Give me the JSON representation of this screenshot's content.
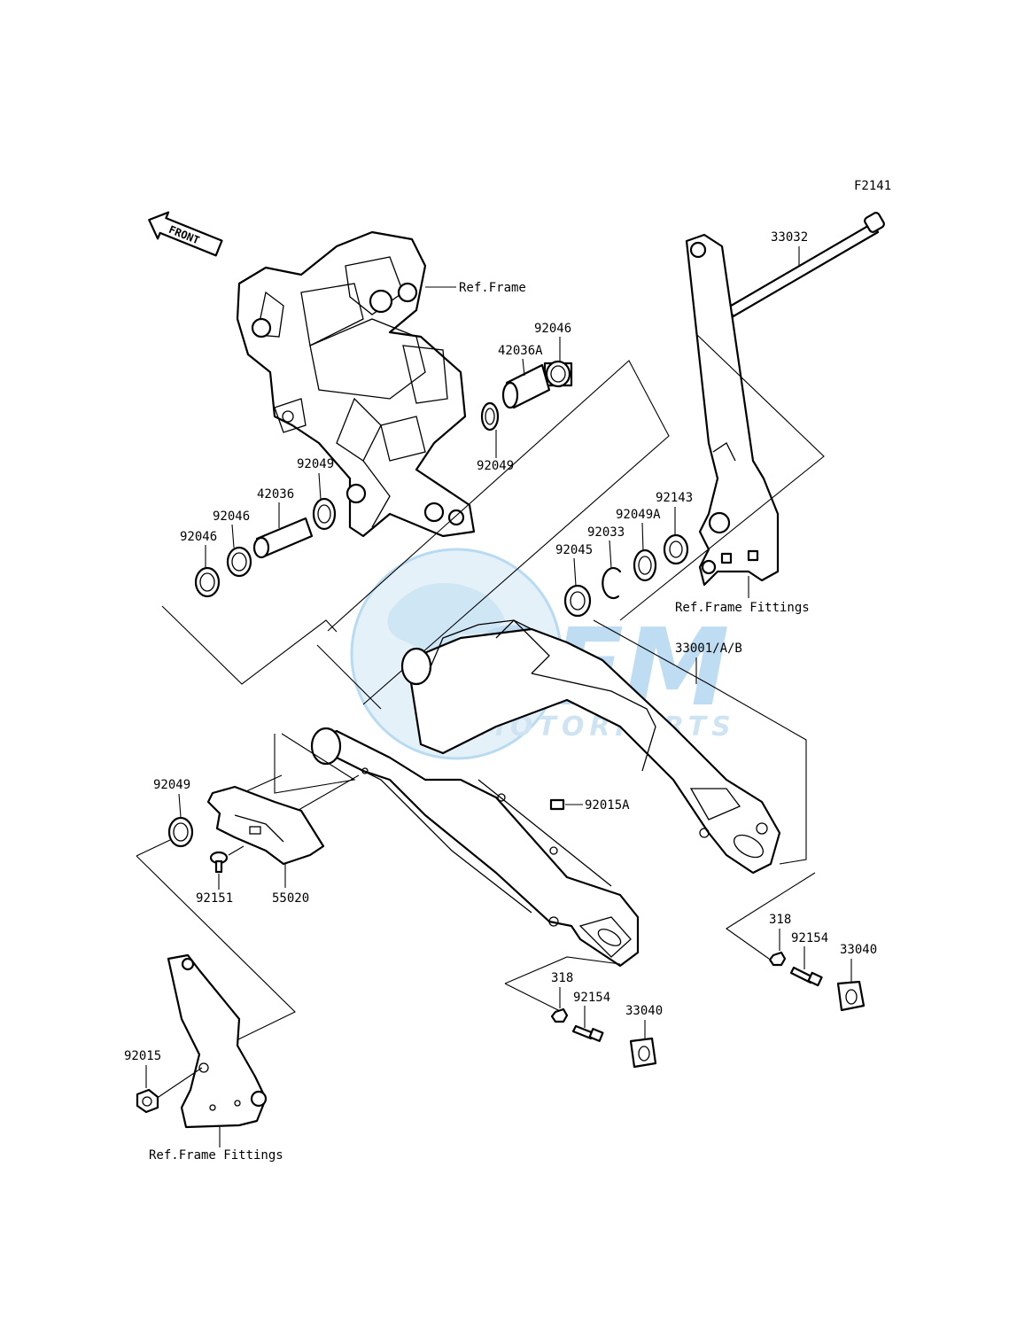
{
  "figure_code": "F2141",
  "front_arrow_label": "FRONT",
  "watermark": {
    "brand": "OEM",
    "sub": "MOTORPARTS",
    "color": "#5aa9d9"
  },
  "labels": {
    "ref_frame": "Ref.Frame",
    "ref_frame_fittings_right": "Ref.Frame Fittings",
    "ref_frame_fittings_left": "Ref.Frame Fittings",
    "p33032": "33032",
    "p92046_top": "92046",
    "p42036A": "42036A",
    "p92049_top": "92049",
    "p92049_left": "92049",
    "p42036": "42036",
    "p92046_mid": "92046",
    "p92046_left": "92046",
    "p92143": "92143",
    "p92049A": "92049A",
    "p92033": "92033",
    "p92045": "92045",
    "p33001": "33001/A/B",
    "p92015A": "92015A",
    "p92049_low": "92049",
    "p92151": "92151",
    "p55020": "55020",
    "p318_right": "318",
    "p92154_right": "92154",
    "p33040_right": "33040",
    "p318_left": "318",
    "p92154_left": "92154",
    "p33040_left": "33040",
    "p92015": "92015"
  }
}
